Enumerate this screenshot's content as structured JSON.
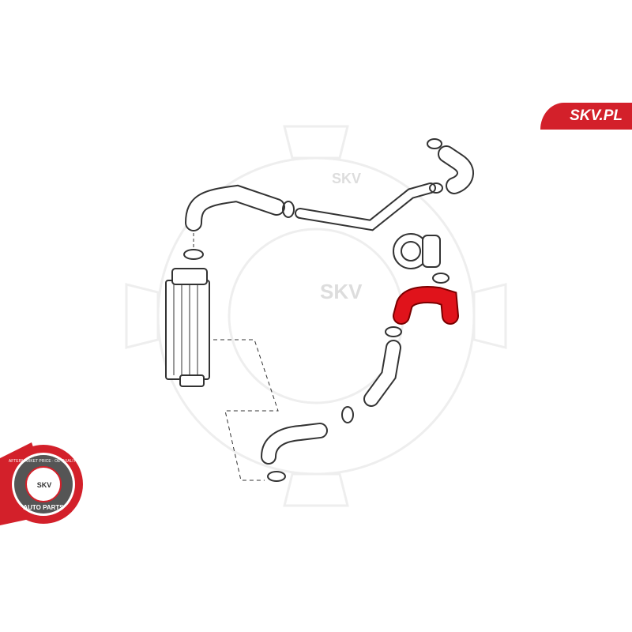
{
  "brand": {
    "label": "SKV.PL",
    "color": "#d3202a"
  },
  "watermark": {
    "text": "SKV"
  },
  "seal": {
    "top_text": "AFTERMARKET PRICE · OE QUALITY",
    "center_text": "SKV",
    "bottom_text": "AUTO PARTS"
  },
  "highlight_color": "#e0131b"
}
